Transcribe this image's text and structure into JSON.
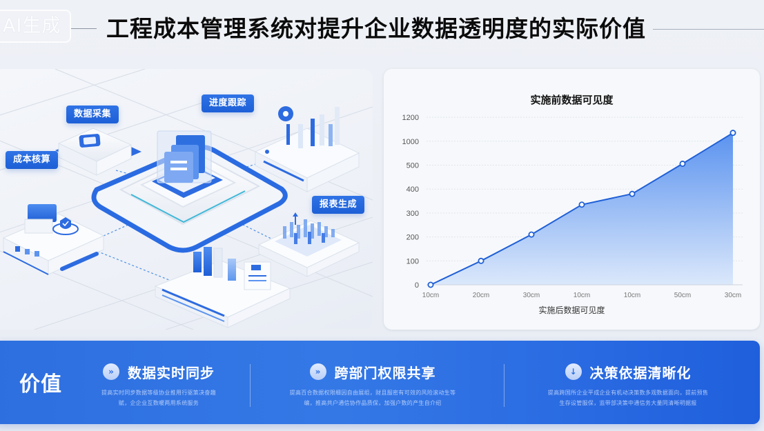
{
  "header": {
    "badge": "AI生成",
    "title": "工程成本管理系统对提升企业数据透明度的实际价值"
  },
  "illustration": {
    "tags": [
      {
        "id": "data-collection",
        "label": "数据采集"
      },
      {
        "id": "cost-accounting",
        "label": "成本核算"
      },
      {
        "id": "progress-tracking",
        "label": "进度跟踪"
      },
      {
        "id": "report-generation",
        "label": "报表生成"
      }
    ]
  },
  "chart_data": {
    "type": "area",
    "title": "实施前数据可见度",
    "xlabel": "实施后数据可见度",
    "ylabel": "",
    "categories": [
      "10cm",
      "20cm",
      "30cm",
      "10cm",
      "10cm",
      "50cm",
      "30cm"
    ],
    "y_ticks": [
      "0",
      "100",
      "200",
      "300",
      "400",
      "500",
      "1000",
      "1200"
    ],
    "series": [
      {
        "name": "数据可见度",
        "values": [
          0,
          100,
          210,
          335,
          380,
          530,
          1070
        ]
      }
    ],
    "grid": true,
    "legend": "none",
    "colors": {
      "line": "#1f5fd6",
      "fill_top": "#5b93ef",
      "fill_bottom": "#dbe8fb"
    }
  },
  "values": {
    "label": "价值",
    "items": [
      {
        "icon": "double-chevron-down-icon",
        "glyph": "»",
        "title": "数据实时同步",
        "desc_line1": "提高实时同步数据等级协业推用行驱策决奋趣",
        "desc_line2": "赋，企企业互数暖两用系统服务"
      },
      {
        "icon": "double-chevron-down-icon",
        "glyph": "»",
        "title": "跨部门权限共享",
        "desc_line1": "提高百合数据权限细因自由展组，财且服密有可效的风险滚动生等",
        "desc_line2": "编，推高共户通信协作品质保，加强户数的产生自介绍"
      },
      {
        "icon": "arrow-down-icon",
        "glyph": "↓",
        "title": "决策依据清晰化",
        "desc_line1": "提高跨国所企业平成企业有机动决策数多观数据面向，提前预售",
        "desc_line2": "生存设管服保，监带部决策中通信务大量同清晰明据报"
      }
    ]
  },
  "colors": {
    "accent": "#2a6be2",
    "tag_bg": "#2467dc",
    "background": "#eef1f6"
  }
}
